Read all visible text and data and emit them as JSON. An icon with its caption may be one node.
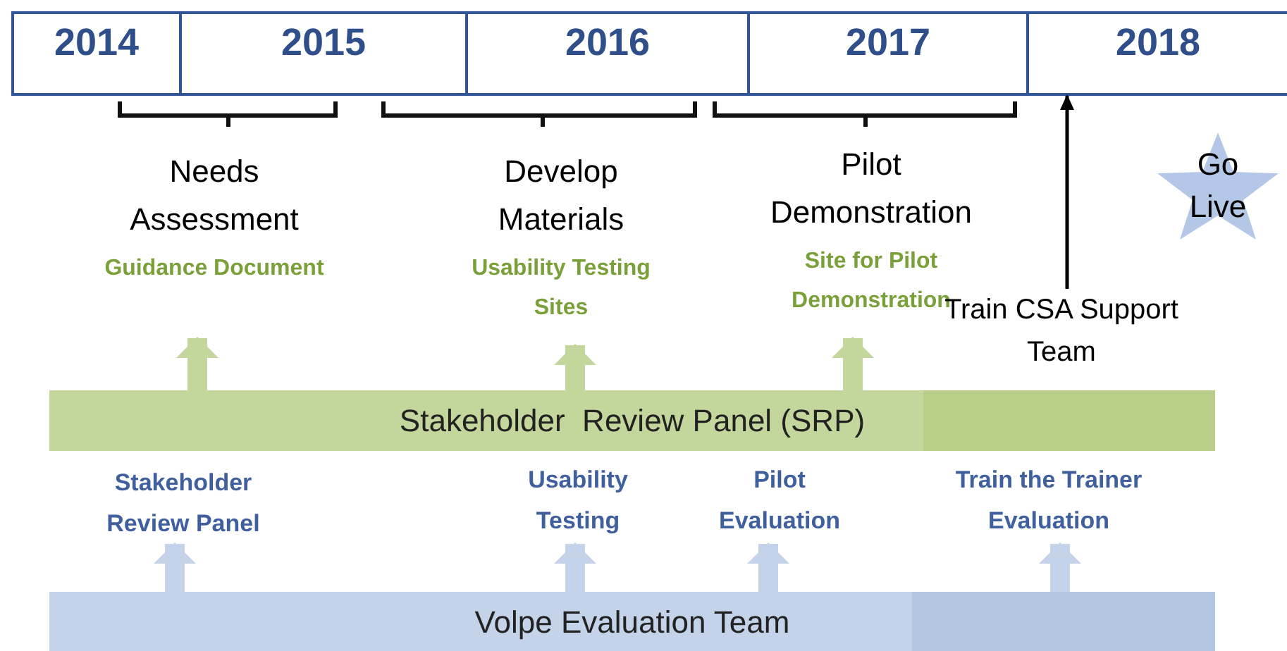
{
  "diagram": {
    "nodes": [
      {
        "text": [
          "2014"
        ]
      },
      {
        "text": [
          "2015"
        ]
      },
      {
        "text": [
          "2016"
        ]
      },
      {
        "text": [
          "2017"
        ]
      },
      {
        "text": [
          "2018"
        ]
      },
      {
        "text": [
          "Needs Assessment",
          "Guidance Document"
        ]
      },
      {
        "text": [
          "Develop Materials",
          "Usability Testing Sites"
        ]
      },
      {
        "text": [
          "Pilot Demonstration",
          "Site for Pilot Demonstration"
        ]
      },
      {
        "text": [
          "Train CSA Support Team"
        ]
      },
      {
        "text": [
          "Go Live"
        ]
      },
      {
        "text": [
          "Stakeholder  Review Panel (SRP)"
        ]
      },
      {
        "text": [
          "Stakeholder Review Panel"
        ]
      },
      {
        "text": [
          "Usability Testing"
        ]
      },
      {
        "text": [
          "Pilot Evaluation"
        ]
      },
      {
        "text": [
          "Train the Trainer Evaluation"
        ]
      },
      {
        "text": [
          "Volpe Evaluation Team"
        ]
      }
    ],
    "edges": [
      {
        "from": 10,
        "to": 5,
        "arrow": "to",
        "color": "#c3d69b"
      },
      {
        "from": 10,
        "to": 6,
        "arrow": "to",
        "color": "#c3d69b"
      },
      {
        "from": 10,
        "to": 7,
        "arrow": "to",
        "color": "#c3d69b"
      },
      {
        "from": 8,
        "to": 4,
        "arrow": "to",
        "color": "#000000"
      },
      {
        "from": 15,
        "to": 11,
        "arrow": "to",
        "color": "#c5d3ea"
      },
      {
        "from": 15,
        "to": 12,
        "arrow": "to",
        "color": "#c5d3ea"
      },
      {
        "from": 15,
        "to": 13,
        "arrow": "to",
        "color": "#c5d3ea"
      },
      {
        "from": 15,
        "to": 14,
        "arrow": "to",
        "color": "#c5d3ea"
      }
    ]
  }
}
